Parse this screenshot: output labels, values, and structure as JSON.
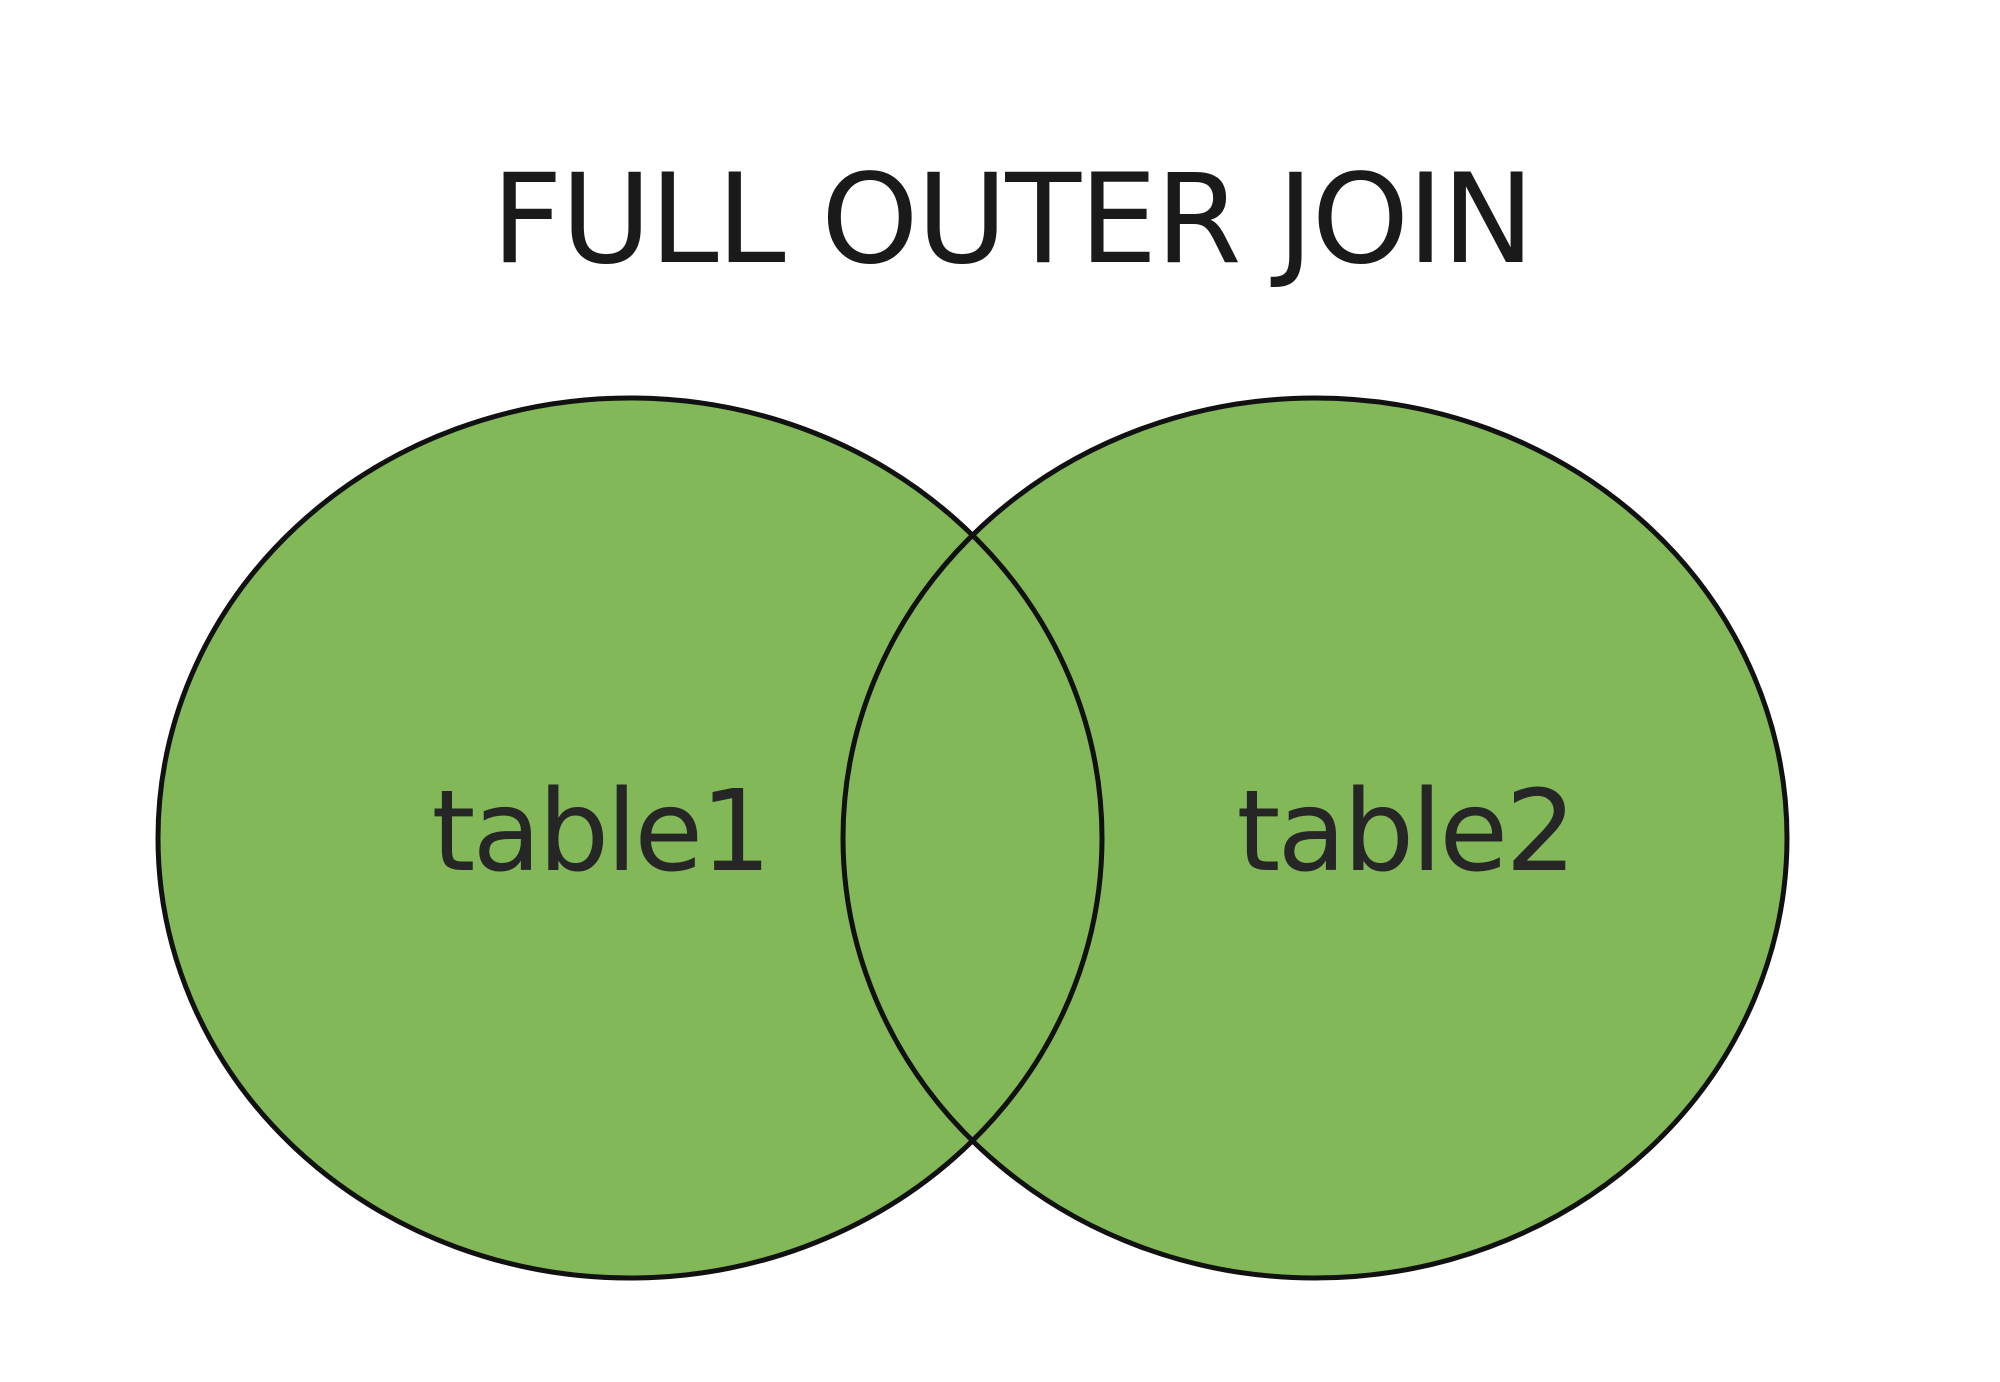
{
  "diagram": {
    "title": "FULL OUTER JOIN",
    "sets": [
      {
        "label": "table1"
      },
      {
        "label": "table2"
      }
    ],
    "fill_color": "#82b857",
    "stroke_color": "#111111",
    "text_color": "#262626"
  }
}
